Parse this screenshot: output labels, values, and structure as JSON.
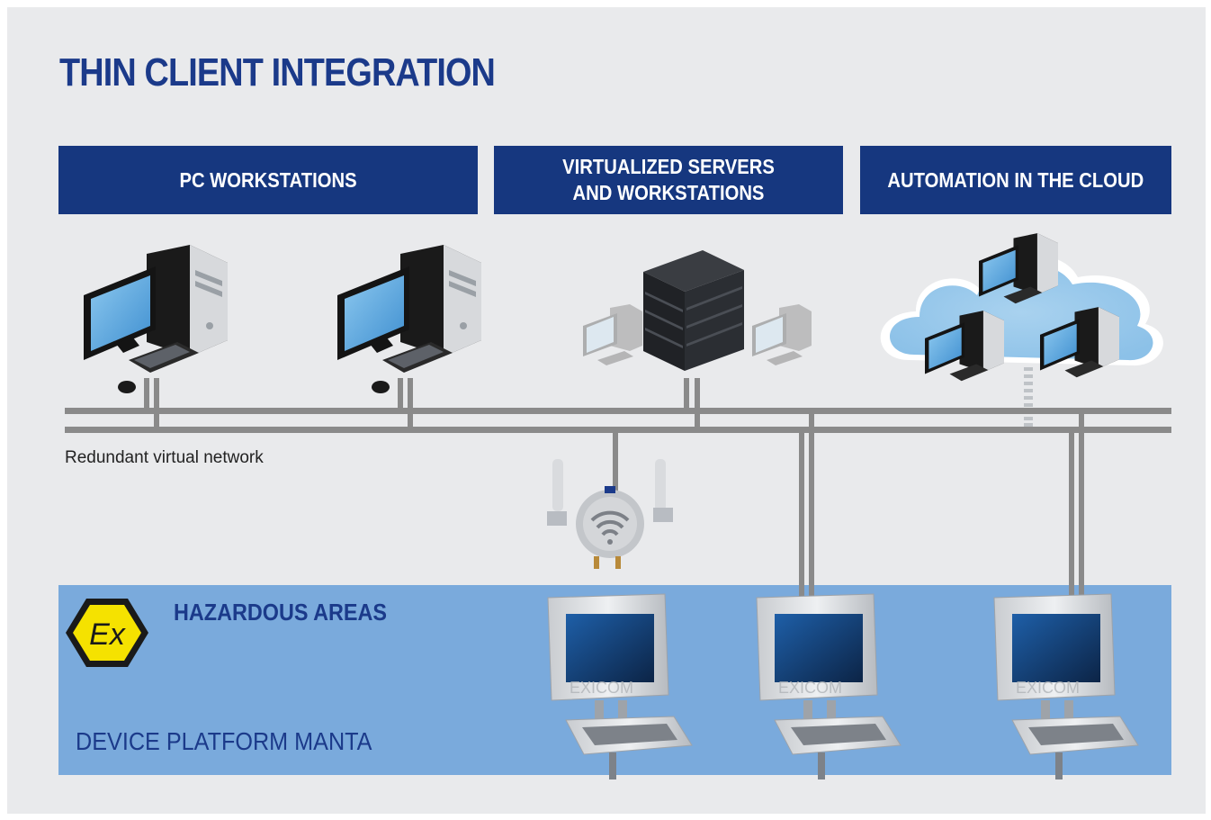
{
  "title": "THIN CLIENT INTEGRATION",
  "categories": [
    {
      "label": "PC WORKSTATIONS"
    },
    {
      "label": "VIRTUALIZED SERVERS AND WORKSTATIONS"
    },
    {
      "label": "AUTOMATION IN THE CLOUD"
    }
  ],
  "network_label": "Redundant virtual network",
  "hazard": {
    "title": "HAZARDOUS AREAS",
    "ex_symbol": "Ex",
    "platform": "DEVICE PLATFORM MANTA",
    "terminal_brand": "EXICOM"
  },
  "colors": {
    "brand_blue": "#16377f",
    "hazard_band": "#7aaadc",
    "network_line": "#8a8a8a",
    "ex_yellow": "#f5e200"
  },
  "icons": [
    "desktop-pc-icon",
    "server-rack-icon",
    "cloud-icon",
    "wireless-access-point-icon",
    "ex-hazard-icon",
    "panel-pc-terminal-icon"
  ]
}
